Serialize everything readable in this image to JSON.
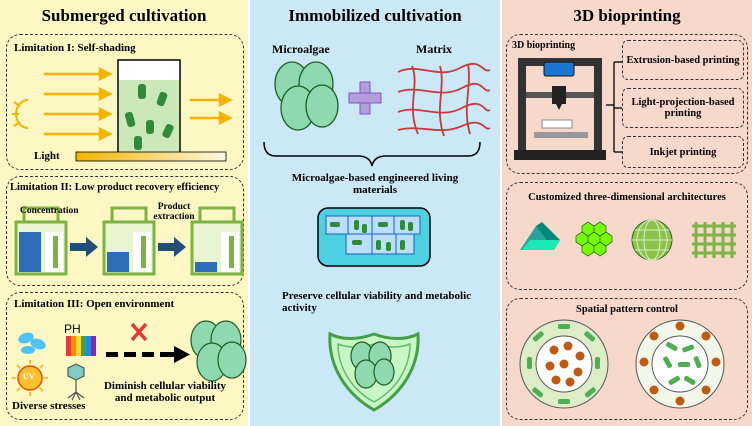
{
  "columns": {
    "submerged": {
      "title": "Submerged cultivation"
    },
    "immobilized": {
      "title": "Immobilized cultivation"
    },
    "bioprinting": {
      "title": "3D bioprinting"
    }
  },
  "submerged": {
    "lim1": {
      "title": "Limitation I: Self-shading",
      "light_label": "Light"
    },
    "lim2": {
      "title": "Limitation II: Low product recovery efficiency",
      "step1": "Concentration",
      "step2_line1": "Product",
      "step2_line2": "extraction"
    },
    "lim3": {
      "title": "Limitation III: Open environment",
      "ph": "PH",
      "uv": "UV",
      "stresses": "Diverse stresses",
      "result_line1": "Diminish cellular viability",
      "result_line2": "and metabolic output"
    }
  },
  "immobilized": {
    "microalgae": "Microalgae",
    "matrix": "Matrix",
    "elm_line1": "Microalgae-based engineered living",
    "elm_line2": "materials",
    "preserve_line1": "Preserve cellular  viability and metabolic",
    "preserve_line2": "activity"
  },
  "bioprinting": {
    "printer_label": "3D bioprinting",
    "methods": [
      "Extrusion-based printing",
      "Light-projection-based printing",
      "Inkjet printing"
    ],
    "architectures": "Customized three-dimensional architectures",
    "pattern": "Spatial pattern control"
  },
  "colors": {
    "yellow_col": "#fdf7c4",
    "blue_col": "#cbe8f6",
    "peach_col": "#f7d9cc",
    "algae_green": "#8fd9b0",
    "cell_green": "#2f8a3a",
    "matrix_red": "#c9383a",
    "arrow_navy": "#1f4e79"
  }
}
